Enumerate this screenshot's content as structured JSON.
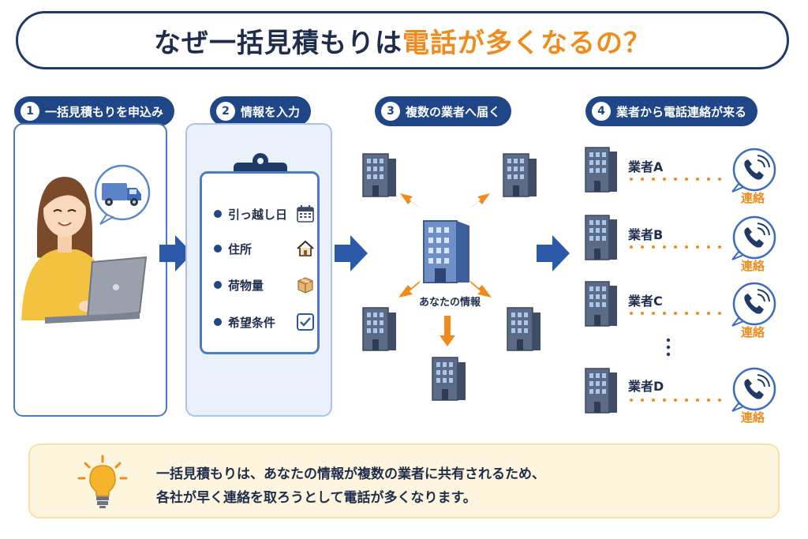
{
  "title": {
    "main": "なぜ一括見積もりは",
    "accent": "電話が多くなるの？"
  },
  "steps": [
    {
      "num": "1",
      "label": "一括見積もりを申込み"
    },
    {
      "num": "2",
      "label": "情報を入力"
    },
    {
      "num": "3",
      "label": "複数の業者へ届く"
    },
    {
      "num": "4",
      "label": "業者から電話連絡が来る"
    }
  ],
  "form_items": [
    {
      "label": "引っ越し日",
      "icon": "calendar-icon"
    },
    {
      "label": "住所",
      "icon": "house-icon"
    },
    {
      "label": "荷物量",
      "icon": "box-icon"
    },
    {
      "label": "希望条件",
      "icon": "checkbox-icon"
    }
  ],
  "center_label": "あなたの情報",
  "vendors": [
    {
      "name": "業者A",
      "contact": "連絡"
    },
    {
      "name": "業者B",
      "contact": "連絡"
    },
    {
      "name": "業者C",
      "contact": "連絡"
    },
    {
      "name": "業者D",
      "contact": "連絡"
    }
  ],
  "note": {
    "line1": "一括見積もりは、あなたの情報が複数の業者に共有されるため、",
    "line2": "各社が早く連絡を取ろうとして電話が多くなります。"
  },
  "colors": {
    "navy": "#1f4687",
    "orange": "#f08c1e",
    "note_bg": "#fdf5dd"
  }
}
